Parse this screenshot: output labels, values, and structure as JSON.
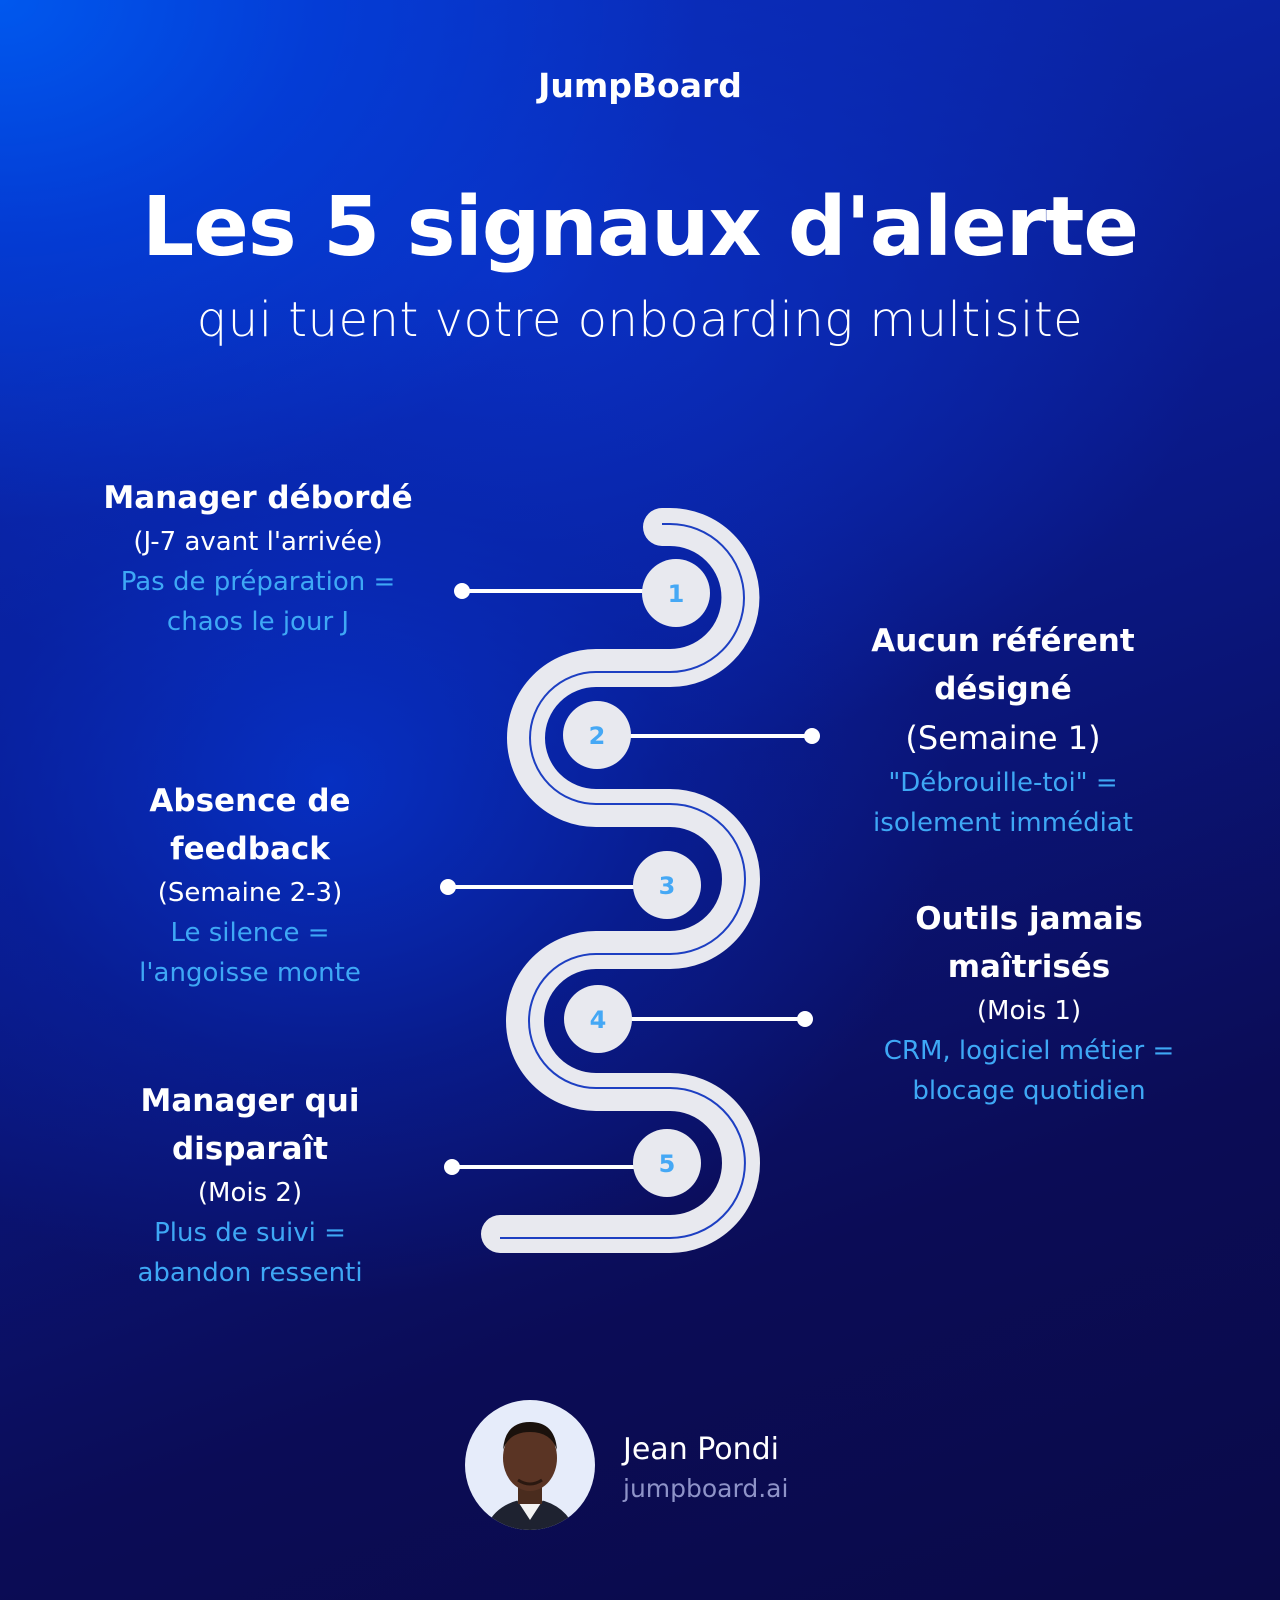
{
  "brand": "JumpBoard",
  "title": "Les 5 signaux d'alerte",
  "subtitle": "qui tuent votre onboarding multisite",
  "signals": [
    {
      "number": "1",
      "title": "Manager débordé",
      "period": "(J-7 avant l'arrivée)",
      "desc_lines": [
        "Pas de préparation =",
        "chaos le jour J"
      ]
    },
    {
      "number": "2",
      "title_lines": [
        "Aucun référent",
        "désigné"
      ],
      "period": "(Semaine 1)",
      "desc_lines": [
        "\"Débrouille-toi\" =",
        "isolement immédiat"
      ]
    },
    {
      "number": "3",
      "title_lines": [
        "Absence de",
        "feedback"
      ],
      "period": "(Semaine 2-3)",
      "desc_lines": [
        "Le silence =",
        "l'angoisse monte"
      ]
    },
    {
      "number": "4",
      "title_lines": [
        "Outils jamais",
        "maîtrisés"
      ],
      "period": "(Mois 1)",
      "desc_lines": [
        "CRM, logiciel métier =",
        "blocage quotidien"
      ]
    },
    {
      "number": "5",
      "title_lines": [
        "Manager qui",
        "disparaît"
      ],
      "period": "(Mois 2)",
      "desc_lines": [
        "Plus de suivi =",
        "abandon ressenti"
      ]
    }
  ],
  "author": {
    "name": "Jean Pondi",
    "site": "jumpboard.ai"
  },
  "colors": {
    "accent": "#3ea8f5",
    "track": "#e8e9ef",
    "navy": "#0b0c56"
  }
}
